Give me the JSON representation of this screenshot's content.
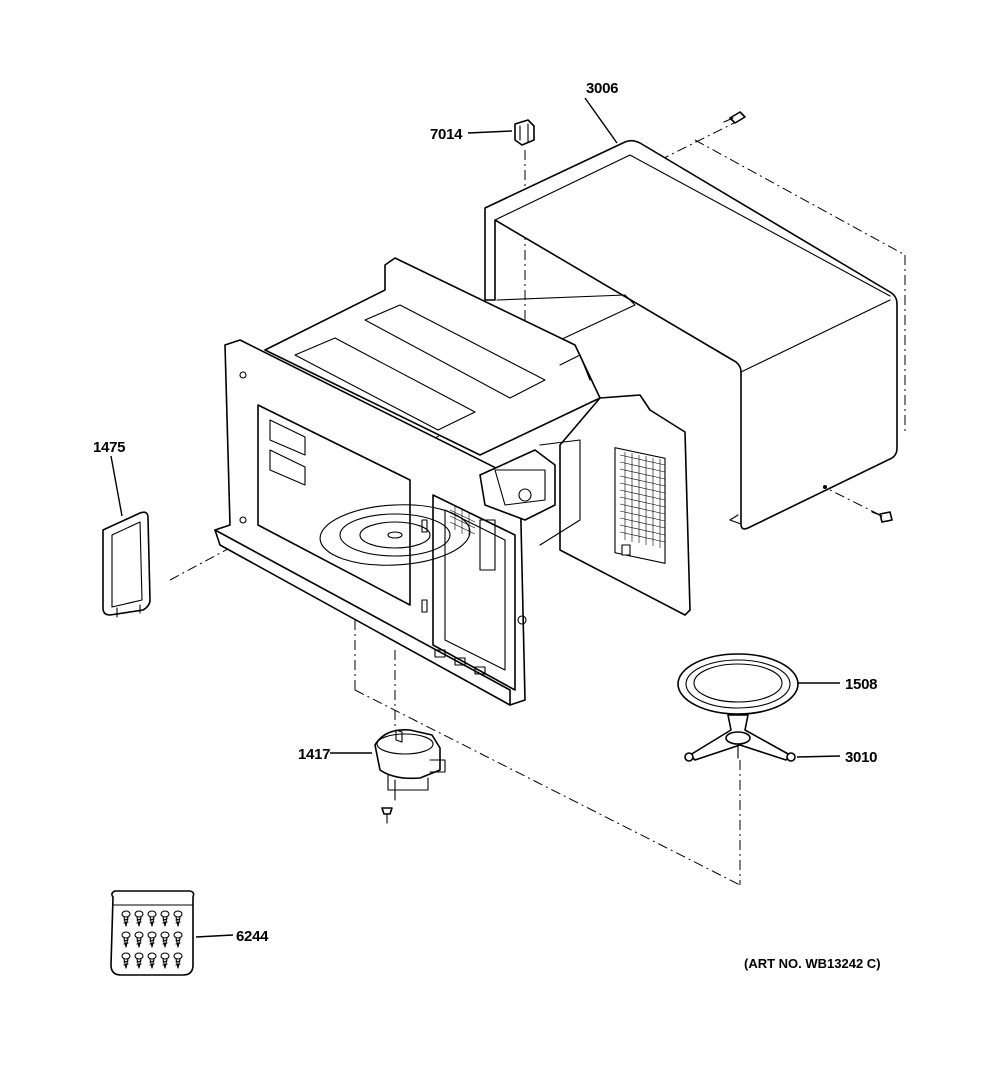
{
  "diagram": {
    "parts": [
      {
        "key": "outer_case",
        "number": "3006"
      },
      {
        "key": "clip",
        "number": "7014"
      },
      {
        "key": "cover_plate",
        "number": "1475"
      },
      {
        "key": "turntable_tray",
        "number": "1508"
      },
      {
        "key": "turntable_support",
        "number": "3010"
      },
      {
        "key": "turntable_motor",
        "number": "1417"
      },
      {
        "key": "screw_kit",
        "number": "6244"
      }
    ],
    "art_number": "(ART NO. WB13242 C)"
  }
}
